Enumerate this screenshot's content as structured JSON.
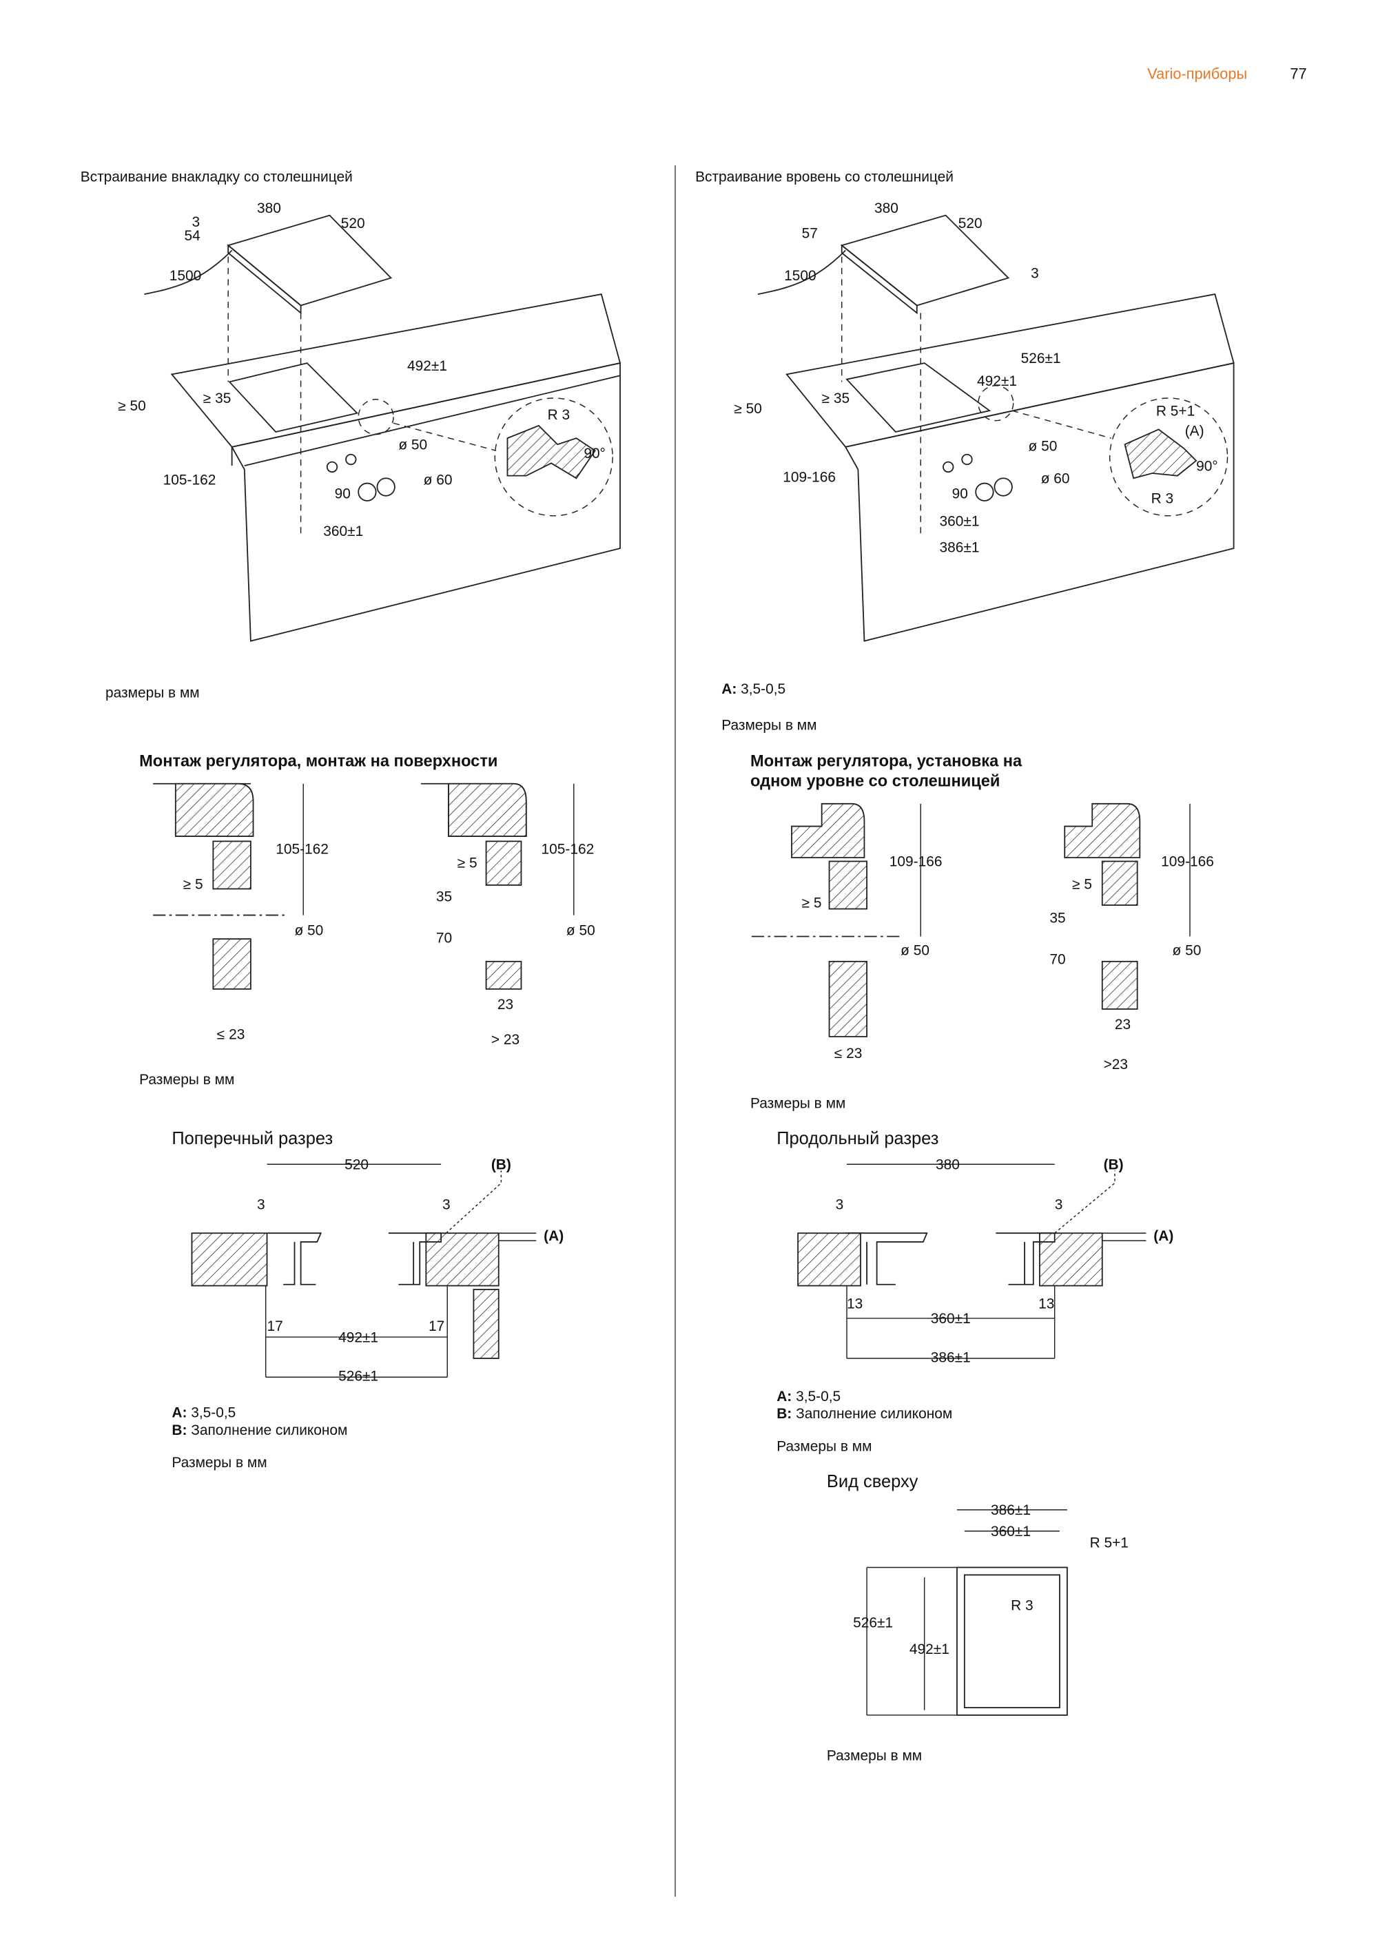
{
  "header": {
    "section": "Vario-приборы",
    "page_number": "77",
    "accent_color": "#e87722"
  },
  "left": {
    "title": "Встраивание внакладку со столешницей",
    "dims": [
      "3",
      "54",
      "380",
      "520",
      "1500",
      "492±1",
      "≥ 50",
      "≥ 35",
      "R 3",
      "90°",
      "ø 50",
      "105-162",
      "ø 60",
      "90",
      "360±1"
    ],
    "units": "размеры в мм",
    "regulator": {
      "title": "Монтаж регулятора, монтаж на поверхности",
      "dims_a": [
        "105-162",
        "≥ 5",
        "ø 50",
        "≤ 23"
      ],
      "dims_b": [
        "105-162",
        "≥ 5",
        "35",
        "70",
        "ø 50",
        "23",
        "> 23"
      ],
      "units": "Размеры в мм"
    },
    "cross": {
      "title": "Поперечный разрез",
      "dims": [
        "520",
        "3",
        "3",
        "(B)",
        "(A)",
        "17",
        "492±1",
        "17",
        "526±1"
      ],
      "note_a_label": "A:",
      "note_a": "3,5-0,5",
      "note_b_label": "B:",
      "note_b": "Заполнение силиконом",
      "units": "Размеры в мм"
    }
  },
  "right": {
    "title": "Встраивание вровень со столешницей",
    "dims": [
      "57",
      "380",
      "520",
      "3",
      "1500",
      "526±1",
      "492±1",
      "≥ 50",
      "≥ 35",
      "R 5+1",
      "(A)",
      "90°",
      "R 3",
      "ø 50",
      "109-166",
      "ø 60",
      "90",
      "360±1",
      "386±1"
    ],
    "note_a_label": "A:",
    "note_a": "3,5-0,5",
    "units": "Размеры в мм",
    "regulator": {
      "title_line1": "Монтаж регулятора, установка на",
      "title_line2": "одном уровне со столешницей",
      "dims_a": [
        "109-166",
        "≥ 5",
        "ø 50",
        "≤ 23"
      ],
      "dims_b": [
        "109-166",
        "≥ 5",
        "35",
        "70",
        "ø 50",
        "23",
        ">23"
      ],
      "units": "Размеры в мм"
    },
    "long": {
      "title": "Продольный разрез",
      "dims": [
        "380",
        "3",
        "3",
        "(B)",
        "(A)",
        "13",
        "360±1",
        "13",
        "386±1"
      ],
      "note_a_label": "A:",
      "note_a": "3,5-0,5",
      "note_b_label": "B:",
      "note_b": "Заполнение силиконом",
      "units": "Размеры в мм"
    },
    "top": {
      "title": "Вид сверху",
      "dims": [
        "386±1",
        "360±1",
        "R 5+1",
        "R 3",
        "526±1",
        "492±1"
      ],
      "units": "Размеры в мм"
    }
  }
}
